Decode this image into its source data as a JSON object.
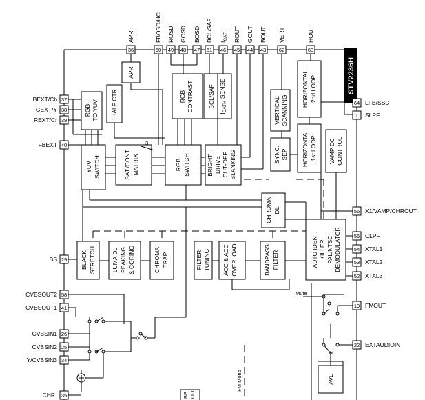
{
  "chip": {
    "name": "STV2236H"
  },
  "pins": {
    "p36": "36",
    "p50": "50",
    "p49": "49",
    "p48": "48",
    "p47": "47",
    "p61": "61",
    "p46": "46",
    "p45": "45",
    "p44": "44",
    "p43": "43",
    "p62": "62",
    "p63": "63",
    "p37": "37",
    "p38": "38",
    "p39": "39",
    "p40": "40",
    "p64": "64",
    "p1": "1",
    "p56": "56",
    "p55": "55",
    "p54": "54",
    "p53": "53",
    "p52": "52",
    "p29": "29",
    "p58": "58",
    "p41": "41",
    "p19": "19",
    "p26": "26",
    "p25": "25",
    "p34": "34",
    "p22": "22",
    "p35": "35"
  },
  "signals": {
    "apr": "APR",
    "fbosd": "FBOSD/HC",
    "rosd": "ROSD",
    "gosd": "GOSD",
    "bosd": "BOSD",
    "bclsaf": "BCL/SAF",
    "icath_i": "I",
    "icath_sub": "CATH",
    "rout": "ROUT",
    "gout": "GOUT",
    "bout": "BOUT",
    "vert": "VERT",
    "hout": "HOUT",
    "bext": "BEXT/Cb",
    "gext": "GEXT/Y",
    "rext": "REXT/Cr",
    "fbext": "FBEXT",
    "lfb": "LFB/SSC",
    "slpf": "SLPF",
    "x1vamp": "X1/VAMP/CHROUT",
    "clpf": "CLPF",
    "xtal1": "XTAL1",
    "xtal2": "XTAL2",
    "xtal3": "XTAL3",
    "bs": "BS",
    "cvbsout2": "CVBSOUT2",
    "cvbsout1": "CVBSOUT1",
    "fmout": "FMOUT",
    "cvbsin1": "CVBSIN1",
    "cvbsin2": "CVBSIN2",
    "ycvbsin3": "Y/CVBSIN3",
    "extaudio": "EXTAUDIOIN",
    "chr": "CHR",
    "mute": "Mute",
    "fmmono": "FM Mono",
    "bus3": "3"
  },
  "blocks": {
    "rgb2yuv": [
      "RGB",
      "TO YUV"
    ],
    "halfctr": [
      "HALF CTR"
    ],
    "aprblock": [
      "APR"
    ],
    "rgbcontrast": [
      "RGB",
      "CONTRAST"
    ],
    "bclsafsense": [
      "BCL/SAF",
      "I",
      "CATH",
      "SENSE"
    ],
    "vertscan": [
      "VERTICAL",
      "SCANNING"
    ],
    "hloop2": [
      "HORIZONTAL",
      "2nd LOOP"
    ],
    "yuvswitch": [
      "YUV",
      "SWITCH"
    ],
    "satcont": [
      "SAT./CONT",
      "MATRIX"
    ],
    "rgbswitch": [
      "RGB",
      "SWITCH"
    ],
    "bright": [
      "BRIGHT.",
      "DRIVE",
      "CUT-OFF",
      "BLANKING"
    ],
    "syncsep": [
      "SYNC.",
      "SEP"
    ],
    "hloop1": [
      "HORIZONTAL",
      "1st LOOP"
    ],
    "vampdc": [
      "VAMP DC",
      "CONTROL"
    ],
    "chromadl": [
      "CHROMA",
      "DL"
    ],
    "blackstretch": [
      "BLACK",
      "STRETCH"
    ],
    "lumadl": [
      "LUMA DL",
      "PEAKING",
      "& CORING"
    ],
    "chromatrap": [
      "CHROMA",
      "TRAP"
    ],
    "filtertuning": [
      "FILTER",
      "TUNING"
    ],
    "acc": [
      "ACC & ACC",
      "OVERLOAD"
    ],
    "bandpass": [
      "BANDPASS",
      "FILTER"
    ],
    "demod": [
      "AUTO IDENT.",
      "KILLER",
      "PAL/NTSC",
      "DEMODULATOR"
    ],
    "avl": [
      "AVL"
    ],
    "partial": [
      "BP",
      "OD"
    ]
  }
}
